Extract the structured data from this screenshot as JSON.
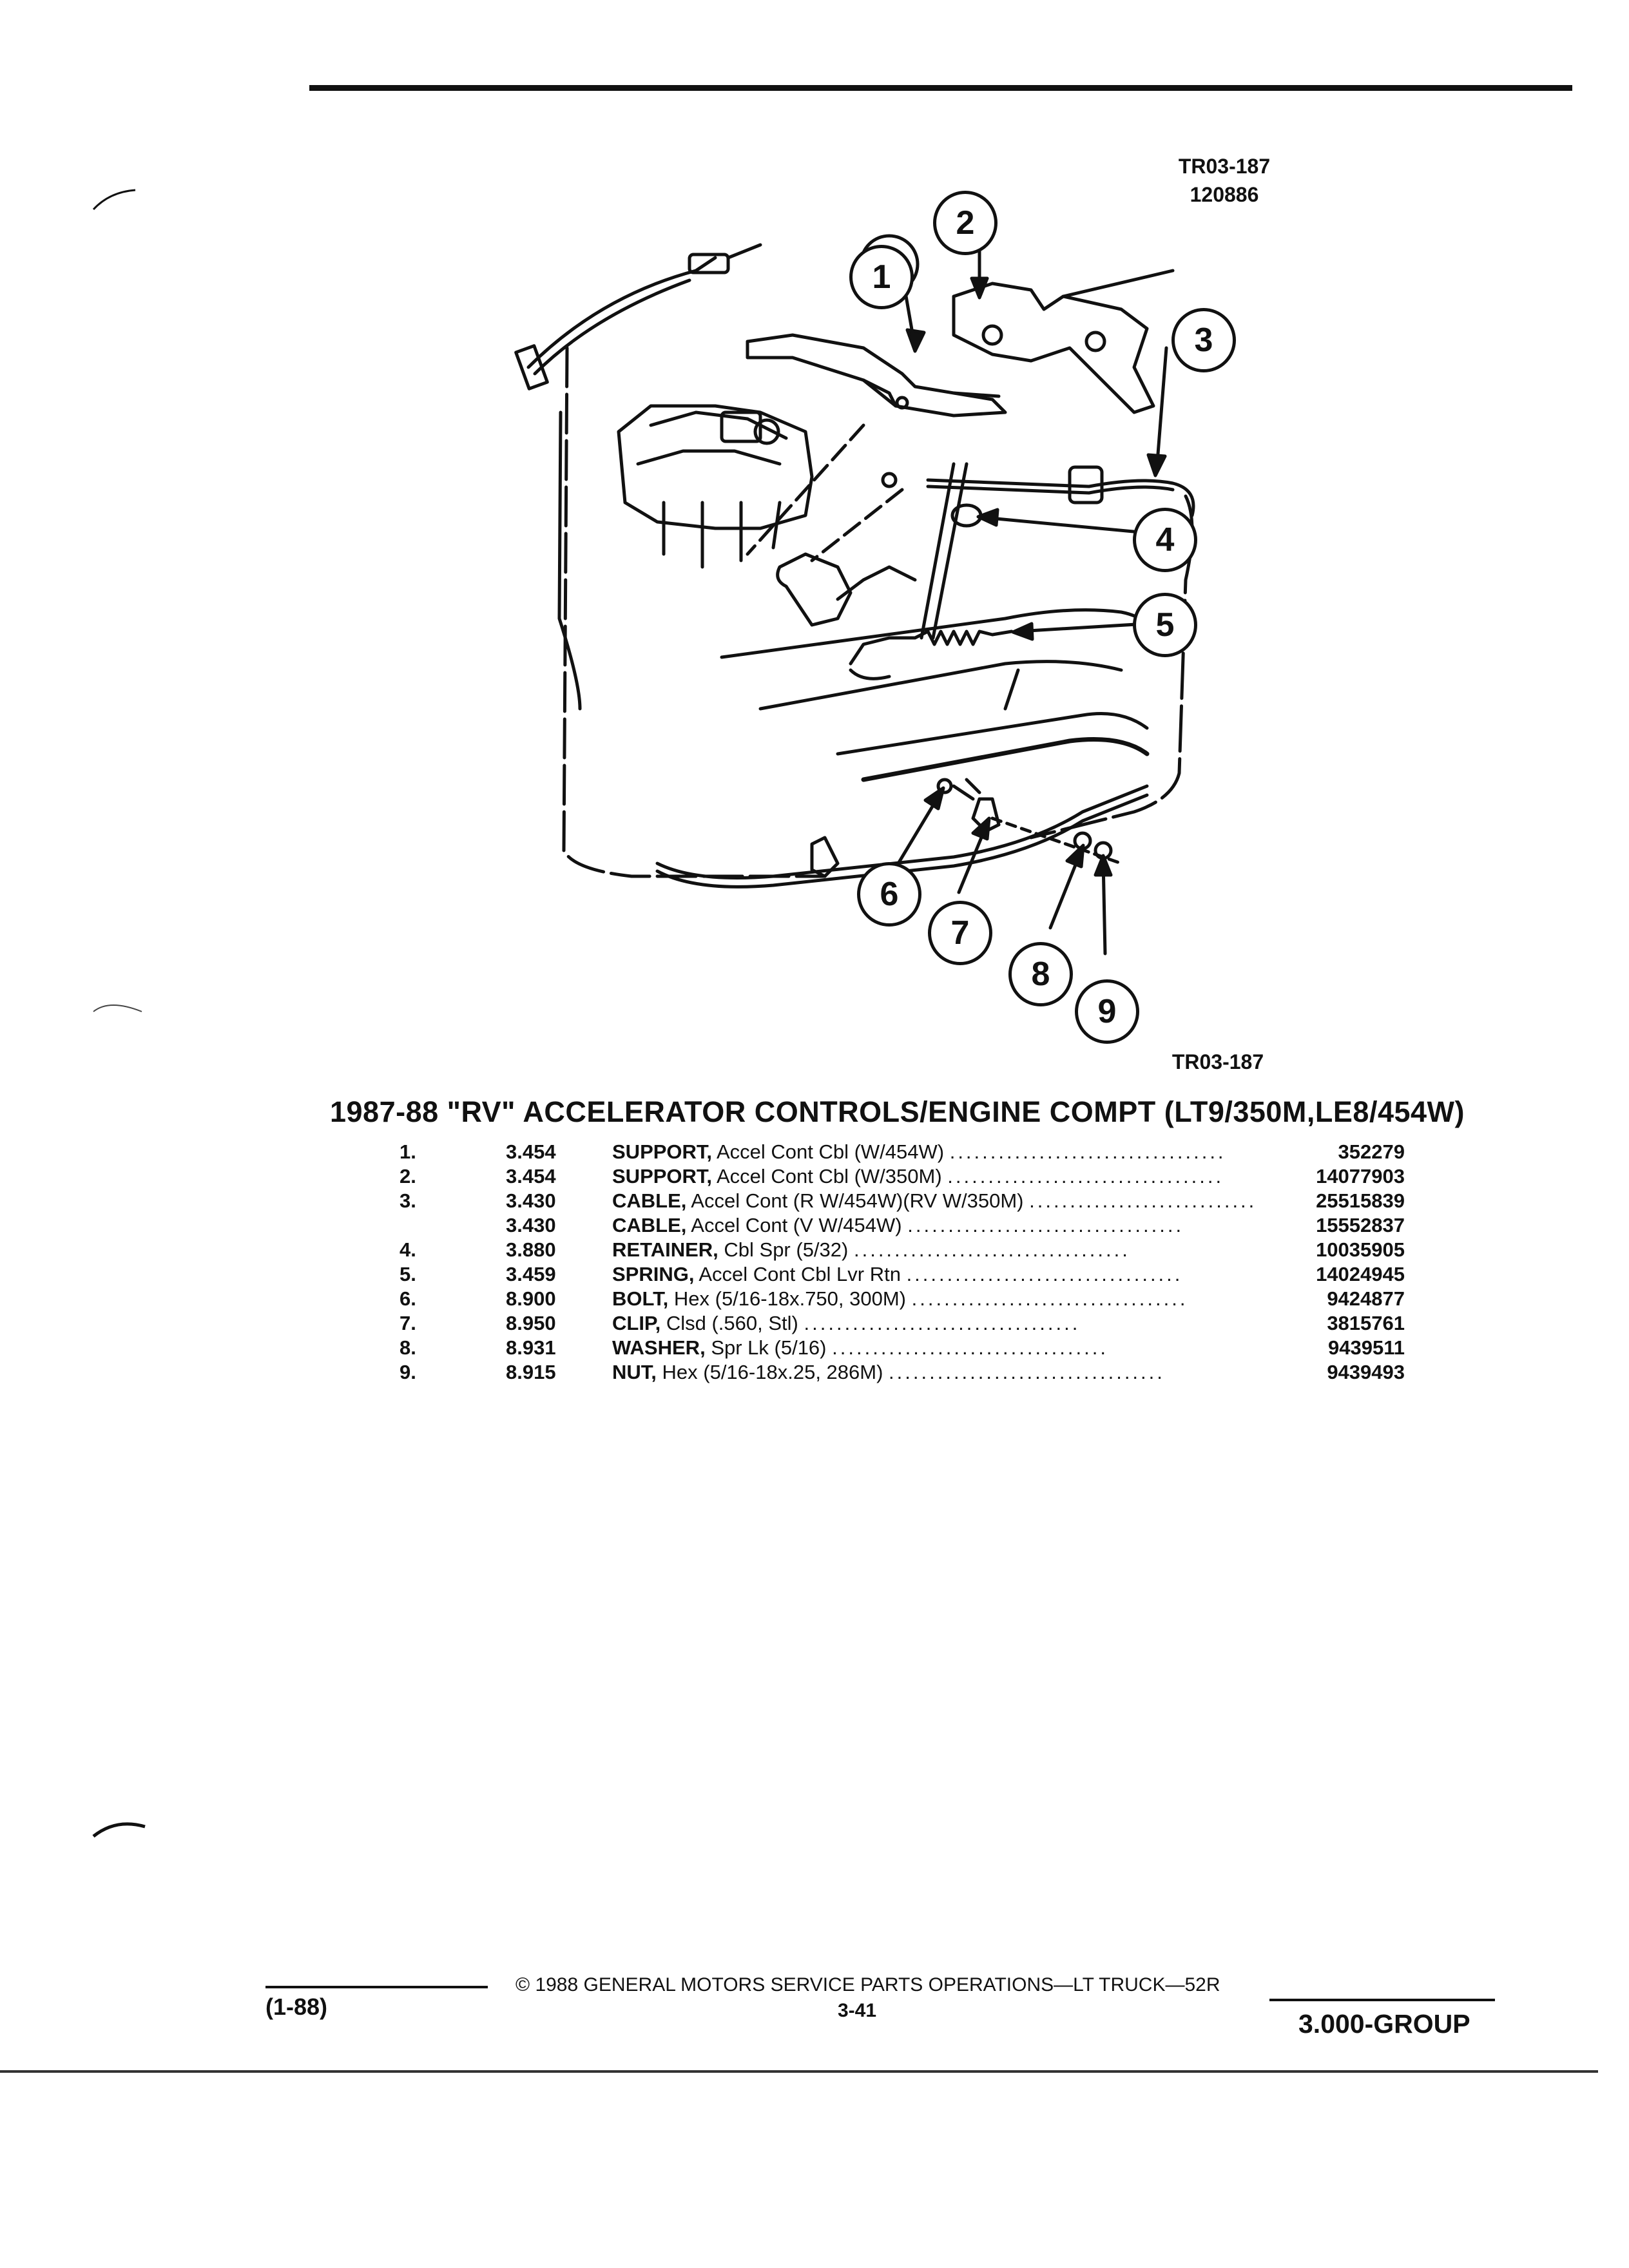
{
  "header": {
    "figure_code": "TR03-187",
    "figure_number": "120886"
  },
  "diagram": {
    "bottom_code": "TR03-187",
    "callouts": [
      "1",
      "2",
      "3",
      "4",
      "5",
      "6",
      "7",
      "8",
      "9"
    ]
  },
  "title": "1987-88 \"RV\" ACCELERATOR CONTROLS/ENGINE COMPT (LT9/350M,LE8/454W)",
  "parts": [
    {
      "num": "1.",
      "group": "3.454",
      "name": "SUPPORT,",
      "detail": "Accel Cont Cbl (W/454W)",
      "part_no": "352279"
    },
    {
      "num": "2.",
      "group": "3.454",
      "name": "SUPPORT,",
      "detail": "Accel Cont Cbl (W/350M)",
      "part_no": "14077903"
    },
    {
      "num": "3.",
      "group": "3.430",
      "name": "CABLE,",
      "detail": "Accel Cont (R W/454W)(RV W/350M)",
      "part_no": "25515839"
    },
    {
      "num": "",
      "group": "3.430",
      "name": "CABLE,",
      "detail": "Accel Cont (V W/454W)",
      "part_no": "15552837"
    },
    {
      "num": "4.",
      "group": "3.880",
      "name": "RETAINER,",
      "detail": "Cbl Spr (5/32)",
      "part_no": "10035905"
    },
    {
      "num": "5.",
      "group": "3.459",
      "name": "SPRING,",
      "detail": "Accel Cont Cbl Lvr Rtn",
      "part_no": "14024945"
    },
    {
      "num": "6.",
      "group": "8.900",
      "name": "BOLT,",
      "detail": "Hex (5/16-18x.750, 300M)",
      "part_no": "9424877"
    },
    {
      "num": "7.",
      "group": "8.950",
      "name": "CLIP,",
      "detail": "Clsd (.560, Stl)",
      "part_no": "3815761"
    },
    {
      "num": "8.",
      "group": "8.931",
      "name": "WASHER,",
      "detail": "Spr Lk (5/16)",
      "part_no": "9439511"
    },
    {
      "num": "9.",
      "group": "8.915",
      "name": "NUT,",
      "detail": "Hex (5/16-18x.25, 286M)",
      "part_no": "9439493"
    }
  ],
  "footer": {
    "date_code": "(1-88)",
    "copyright": "© 1988 GENERAL MOTORS SERVICE PARTS OPERATIONS—LT TRUCK—52R",
    "page": "3-41",
    "group": "3.000-GROUP"
  }
}
